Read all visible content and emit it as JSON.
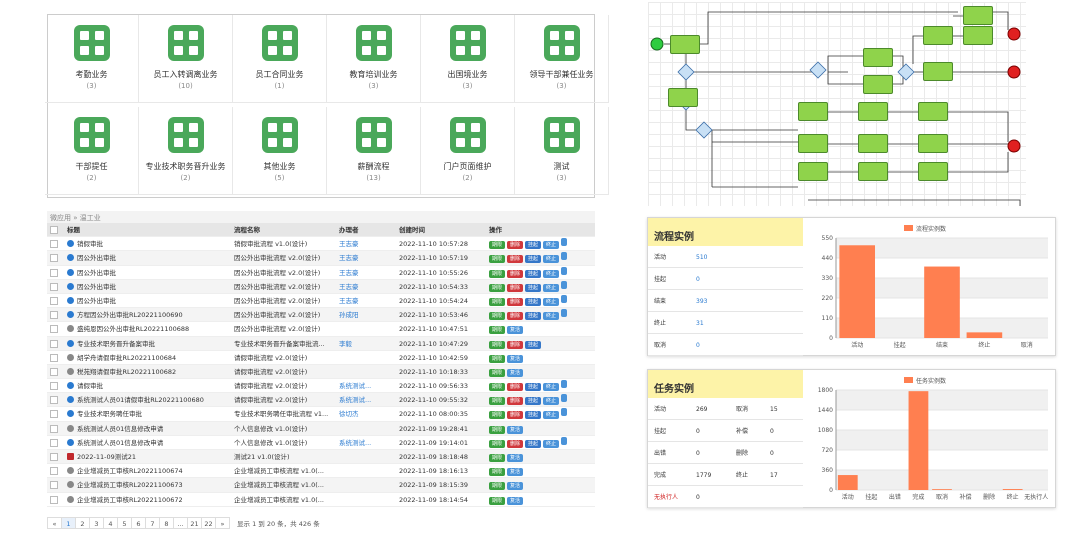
{
  "tiles": [
    {
      "name": "考勤业务",
      "count": "(3)"
    },
    {
      "name": "员工入转调离业务",
      "count": "(10)"
    },
    {
      "name": "员工合同业务",
      "count": "(1)"
    },
    {
      "name": "教育培训业务",
      "count": "(3)"
    },
    {
      "name": "出国境业务",
      "count": "(3)"
    },
    {
      "name": "领导干部兼任业务",
      "count": "(3)"
    },
    {
      "name": "干部提任",
      "count": "(2)"
    },
    {
      "name": "专业技术职务晋升业务",
      "count": "(2)"
    },
    {
      "name": "其他业务",
      "count": "(5)"
    },
    {
      "name": "薪酬流程",
      "count": "(13)"
    },
    {
      "name": "门户页面维护",
      "count": "(2)"
    },
    {
      "name": "测试",
      "count": "(3)"
    }
  ],
  "breadcrumb": "微应用 » 温工业",
  "table": {
    "headers": [
      "标题",
      "流程名称",
      "办理者",
      "创建时间",
      "操作"
    ],
    "rows": [
      {
        "title": "销假审批",
        "process": "销假审批流程 v1.0(设计)",
        "handler": "王志豪",
        "time": "2022-11-10 10:57:28",
        "icon": "plane",
        "ops": 4
      },
      {
        "title": "因公外出审批",
        "process": "因公外出审批流程 v2.0(设计)",
        "handler": "王志豪",
        "time": "2022-11-10 10:57:19",
        "icon": "plane",
        "ops": 4
      },
      {
        "title": "因公外出审批",
        "process": "因公外出审批流程 v2.0(设计)",
        "handler": "王志豪",
        "time": "2022-11-10 10:55:26",
        "icon": "plane",
        "ops": 4
      },
      {
        "title": "因公外出审批",
        "process": "因公外出审批流程 v2.0(设计)",
        "handler": "王志豪",
        "time": "2022-11-10 10:54:33",
        "icon": "plane",
        "ops": 4
      },
      {
        "title": "因公外出审批",
        "process": "因公外出审批流程 v2.0(设计)",
        "handler": "王志豪",
        "time": "2022-11-10 10:54:24",
        "icon": "plane",
        "ops": 4
      },
      {
        "title": "方程因公外出审批RL20221100690",
        "process": "因公外出审批流程 v2.0(设计)",
        "handler": "孙成阳",
        "time": "2022-11-10 10:53:46",
        "icon": "plane",
        "ops": 4
      },
      {
        "title": "盛纯恩因公外出审批RL20221100688",
        "process": "因公外出审批流程 v2.0(设计)",
        "handler": "",
        "time": "2022-11-10 10:47:51",
        "icon": "done",
        "ops": 2
      },
      {
        "title": "专业技术职务晋升备案审批",
        "process": "专业技术职务晋升备案审批流...",
        "handler": "李毅",
        "time": "2022-11-10 10:47:29",
        "icon": "plane",
        "ops": 3
      },
      {
        "title": "胡学舟请假审批RL20221100684",
        "process": "请假审批流程 v2.0(设计)",
        "handler": "",
        "time": "2022-11-10 10:42:59",
        "icon": "done",
        "ops": 2
      },
      {
        "title": "税苑翔请假审批RL20221100682",
        "process": "请假审批流程 v2.0(设计)",
        "handler": "",
        "time": "2022-11-10 10:18:33",
        "icon": "done",
        "ops": 2
      },
      {
        "title": "请假审批",
        "process": "请假审批流程 v2.0(设计)",
        "handler": "系统测试...",
        "time": "2022-11-10 09:56:33",
        "icon": "plane",
        "ops": 4
      },
      {
        "title": "系统测试人员01请假审批RL20221100680",
        "process": "请假审批流程 v2.0(设计)",
        "handler": "系统测试...",
        "time": "2022-11-10 09:55:32",
        "icon": "plane",
        "ops": 4
      },
      {
        "title": "专业技术职务聘任审批",
        "process": "专业技术职务聘任审批流程 v1...",
        "handler": "徐切杰",
        "time": "2022-11-10 08:00:35",
        "icon": "plane",
        "ops": 4
      },
      {
        "title": "系统测试人员01信息修改申请",
        "process": "个人信息修改 v1.0(设计)",
        "handler": "",
        "time": "2022-11-09 19:28:41",
        "icon": "done",
        "ops": 2
      },
      {
        "title": "系统测试人员01信息修改申请",
        "process": "个人信息修改 v1.0(设计)",
        "handler": "系统测试...",
        "time": "2022-11-09 19:14:01",
        "icon": "plane",
        "ops": 4
      },
      {
        "title": "2022-11-09测试21",
        "process": "测试21 v1.0(设计)",
        "handler": "",
        "time": "2022-11-09 18:18:48",
        "icon": "red",
        "ops": 2
      },
      {
        "title": "企业增减员工审核RL20221100674",
        "process": "企业增减员工审核流程 v1.0(...",
        "handler": "",
        "time": "2022-11-09 18:16:13",
        "icon": "done",
        "ops": 2
      },
      {
        "title": "企业增减员工审核RL20221100673",
        "process": "企业增减员工审核流程 v1.0(...",
        "handler": "",
        "time": "2022-11-09 18:15:39",
        "icon": "done",
        "ops": 2
      },
      {
        "title": "企业增减员工审核RL20221100672",
        "process": "企业增减员工审核流程 v1.0(...",
        "handler": "",
        "time": "2022-11-09 18:14:54",
        "icon": "done",
        "ops": 2
      }
    ],
    "op_labels": [
      "期限",
      "删除",
      "挂起",
      "终止"
    ],
    "done_labels": [
      "期限",
      "复活"
    ]
  },
  "pager": {
    "pages": [
      "«",
      "1",
      "2",
      "3",
      "4",
      "5",
      "6",
      "7",
      "8",
      "...",
      "21",
      "22",
      "»"
    ],
    "active": "1",
    "summary": "显示 1 到 20 条，共 426 条"
  },
  "process_panel": {
    "title": "流程实例",
    "stats": [
      {
        "label": "活动",
        "value": "510"
      },
      {
        "label": "挂起",
        "value": "0"
      },
      {
        "label": "结束",
        "value": "393"
      },
      {
        "label": "终止",
        "value": "31"
      },
      {
        "label": "取消",
        "value": "0"
      }
    ]
  },
  "task_panel": {
    "title": "任务实例",
    "stats": [
      {
        "l1": "活动",
        "v1": "269",
        "l2": "取消",
        "v2": "15"
      },
      {
        "l1": "挂起",
        "v1": "0",
        "l2": "补偿",
        "v2": "0"
      },
      {
        "l1": "出错",
        "v1": "0",
        "l2": "删除",
        "v2": "0"
      },
      {
        "l1": "完成",
        "v1": "1779",
        "l2": "终止",
        "v2": "17"
      },
      {
        "l1": "无执行人",
        "v1": "0",
        "l2": "",
        "v2": ""
      }
    ]
  },
  "colors": {
    "tile_green": "#4aa85a",
    "bar": "#ff7f50",
    "panel_header": "#fdf3a8",
    "link": "#2a7ad0"
  },
  "chart_data": [
    {
      "type": "bar",
      "legend": "流程实例数",
      "categories": [
        "活动",
        "挂起",
        "结束",
        "终止",
        "取消"
      ],
      "values": [
        510,
        0,
        393,
        31,
        0
      ],
      "ylim": [
        0,
        550
      ],
      "yticks": [
        0,
        110,
        220,
        330,
        440,
        550
      ]
    },
    {
      "type": "bar",
      "legend": "任务实例数",
      "categories": [
        "活动",
        "挂起",
        "出错",
        "完成",
        "取消",
        "补偿",
        "删除",
        "终止",
        "无执行人"
      ],
      "values": [
        269,
        0,
        0,
        1779,
        15,
        0,
        0,
        17,
        0
      ],
      "ylim": [
        0,
        1800
      ],
      "yticks": [
        0,
        360,
        720,
        1080,
        1440,
        1800
      ]
    }
  ]
}
